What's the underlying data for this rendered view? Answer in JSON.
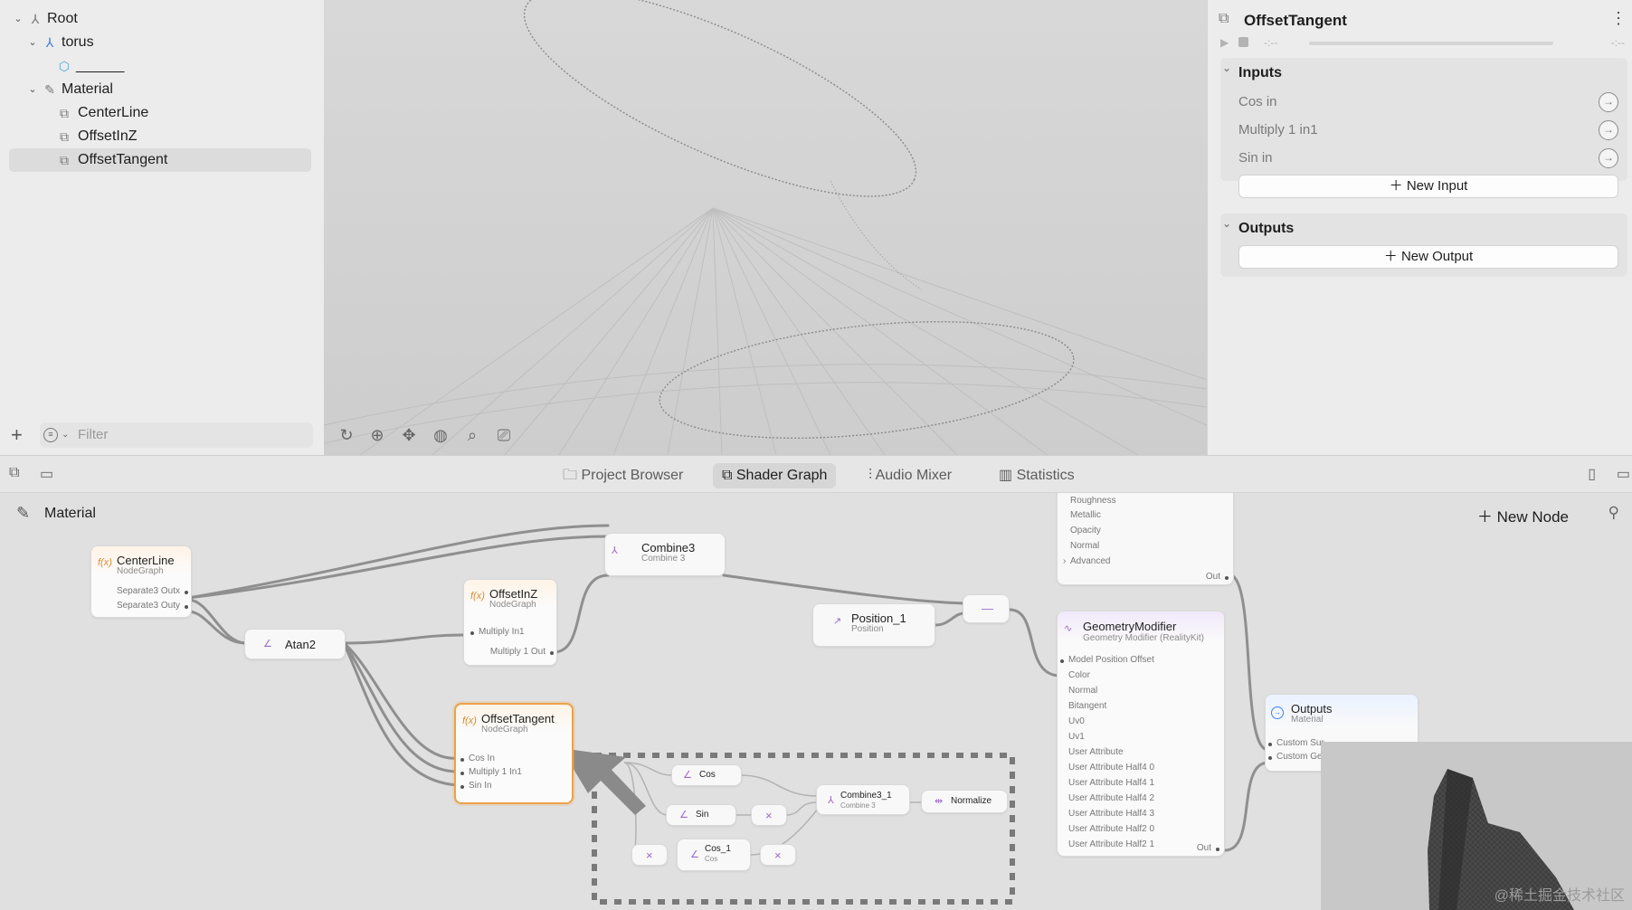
{
  "hierarchy": {
    "items": [
      {
        "label": "Root",
        "icon": "root-icon"
      },
      {
        "label": "torus",
        "icon": "entity-icon"
      },
      {
        "label": "______",
        "icon": "cube-icon"
      },
      {
        "label": "Material",
        "icon": "material-icon"
      },
      {
        "label": "CenterLine",
        "icon": "nodegraph-icon"
      },
      {
        "label": "OffsetInZ",
        "icon": "nodegraph-icon"
      },
      {
        "label": "OffsetTangent",
        "icon": "nodegraph-icon"
      }
    ],
    "filter_placeholder": "Filter"
  },
  "inspector": {
    "title": "OffsetTangent",
    "timeline_left": "-:--",
    "timeline_right": "-:--",
    "inputs_header": "Inputs",
    "inputs": [
      "Cos in",
      "Multiply 1 in1",
      "Sin in"
    ],
    "new_input": "New Input",
    "outputs_header": "Outputs",
    "new_output": "New Output"
  },
  "tabs": [
    "Project Browser",
    "Shader Graph",
    "Audio Mixer",
    "Statistics"
  ],
  "active_tab": "Shader Graph",
  "graph": {
    "breadcrumb": "Material",
    "new_node": "New Node",
    "nodes": {
      "centerline": {
        "title": "CenterLine",
        "sub": "NodeGraph",
        "ports": [
          "Separate3 Outx",
          "Separate3 Outy"
        ]
      },
      "combine3": {
        "title": "Combine3",
        "sub": "Combine 3"
      },
      "offsetinz": {
        "title": "OffsetInZ",
        "sub": "NodeGraph",
        "ports": [
          "Multiply In1",
          "Multiply 1 Out"
        ]
      },
      "atan2": {
        "title": "Atan2"
      },
      "position": {
        "title": "Position_1",
        "sub": "Position"
      },
      "minus": {
        "title": "—"
      },
      "offsettangent": {
        "title": "OffsetTangent",
        "sub": "NodeGraph",
        "ports": [
          "Cos In",
          "Multiply 1 In1",
          "Sin In"
        ]
      },
      "cos": {
        "title": "Cos"
      },
      "sin": {
        "title": "Sin"
      },
      "mult1": {
        "title": "×"
      },
      "mult2": {
        "title": "×"
      },
      "mult3": {
        "title": "×"
      },
      "cos1": {
        "title": "Cos_1",
        "sub": "Cos"
      },
      "combine3_1": {
        "title": "Combine3_1",
        "sub": "Combine 3"
      },
      "normalize": {
        "title": "Normalize"
      },
      "surface": {
        "ports": [
          "Roughness",
          "Metallic",
          "Opacity",
          "Normal",
          "Advanced"
        ],
        "out": "Out"
      },
      "geomod": {
        "title": "GeometryModifier",
        "sub": "Geometry Modifier (RealityKit)",
        "ports": [
          "Model Position Offset",
          "Color",
          "Normal",
          "Bitangent",
          "Uv0",
          "Uv1",
          "User Attribute",
          "User Attribute Half4 0",
          "User Attribute Half4 1",
          "User Attribute Half4 2",
          "User Attribute Half4 3",
          "User Attribute Half2 0",
          "User Attribute Half2 1"
        ],
        "out": "Out"
      },
      "outputs": {
        "title": "Outputs",
        "sub": "Material",
        "ports": [
          "Custom Sur",
          "Custom Ge"
        ]
      }
    }
  },
  "watermark": "@稀土掘金技术社区",
  "colors": {
    "highlight": "#eaa24a",
    "nodegraph": "#d78a2b",
    "accent_purple": "#9a6ac7",
    "outputs_blue": "#3b82f6"
  }
}
